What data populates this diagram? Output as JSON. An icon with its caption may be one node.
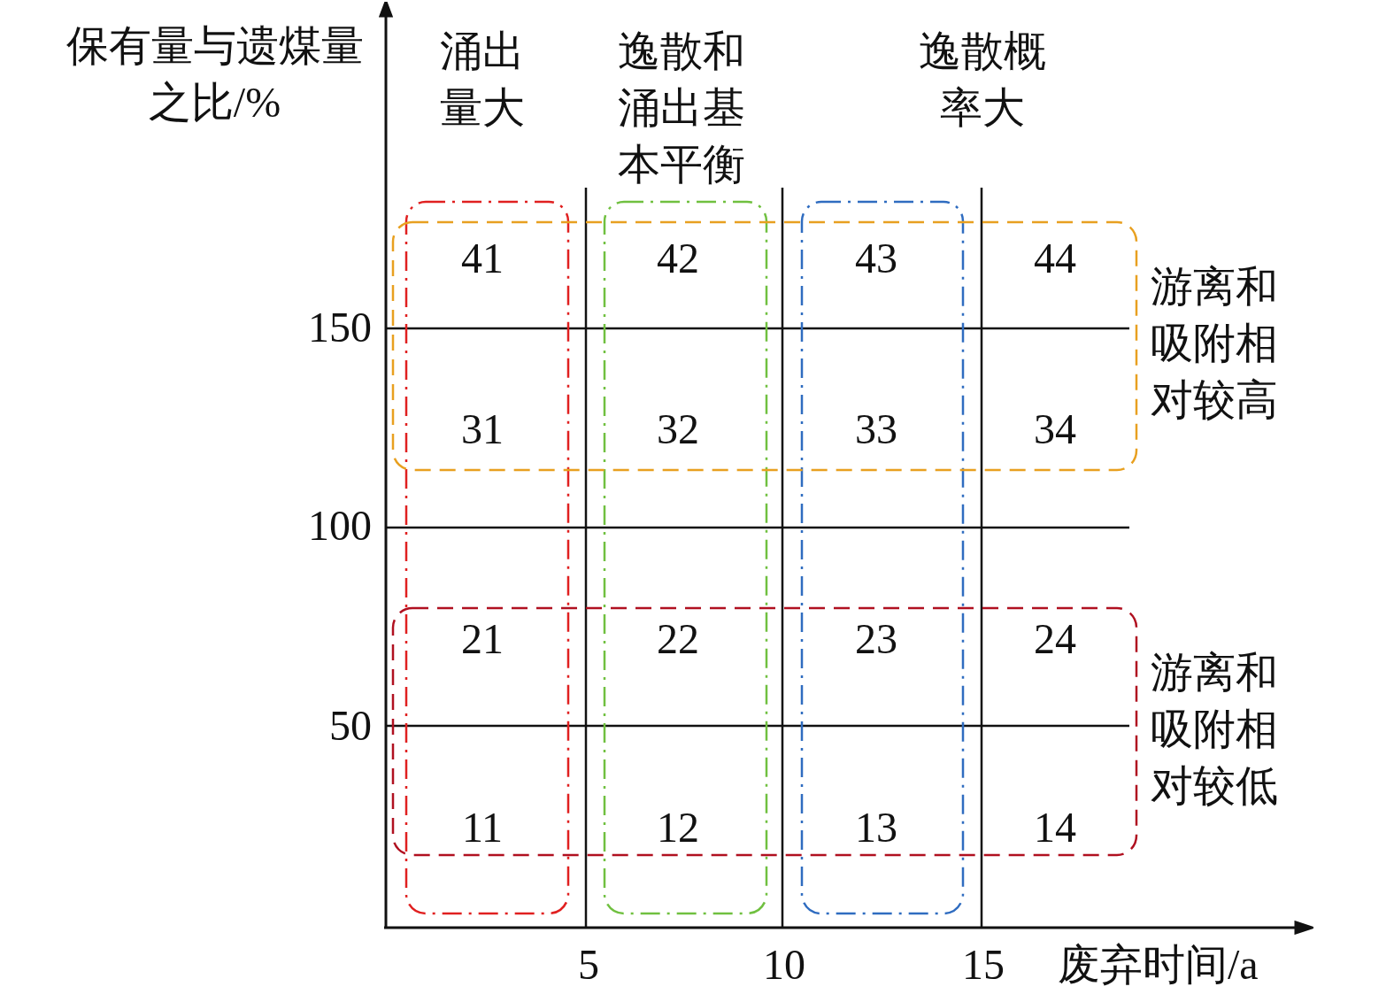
{
  "diagram": {
    "nodes": [
      {
        "text": [
          "涌出量大"
        ]
      },
      {
        "text": [
          "逸散和涌出基本平衡"
        ]
      },
      {
        "text": [
          "逸散概率大"
        ]
      },
      {
        "text": [
          "游离和吸附相对较高"
        ]
      },
      {
        "text": [
          "游离和吸附相对较低"
        ]
      }
    ],
    "labels": [
      "保有量与遗煤量之比/%",
      "150",
      "100",
      "50",
      "5",
      "10",
      "15",
      "废弃时间/a",
      "41",
      "42",
      "43",
      "44",
      "31",
      "32",
      "33",
      "34",
      "21",
      "22",
      "23",
      "24",
      "11",
      "12",
      "13",
      "14"
    ]
  }
}
